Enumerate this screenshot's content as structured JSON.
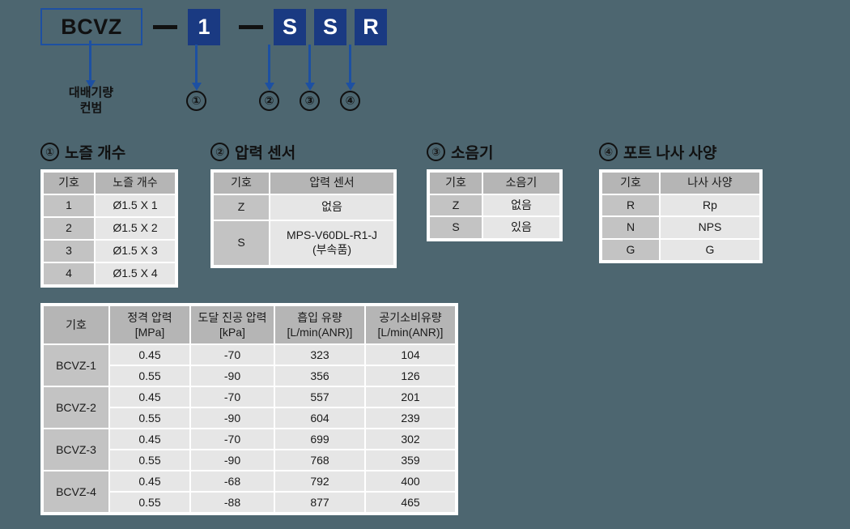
{
  "code_row": {
    "base": "BCVZ",
    "dash": "—",
    "segments": [
      "1",
      "S",
      "S",
      "R"
    ],
    "markers": [
      "①",
      "②",
      "③",
      "④"
    ],
    "base_caption_line1": "대배기량",
    "base_caption_line2": "컨범"
  },
  "colors": {
    "background": "#4d6670",
    "accent_blue": "#1a3a82",
    "outline_blue": "#1d50a2",
    "header_gray": "#b5b5b5",
    "key_gray": "#c3c3c3",
    "cell_gray": "#e6e6e6"
  },
  "sections": [
    {
      "marker": "①",
      "title": "노즐 개수",
      "headers": [
        "기호",
        "노즐 개수"
      ],
      "rows": [
        [
          "1",
          "Ø1.5 X 1"
        ],
        [
          "2",
          "Ø1.5 X 2"
        ],
        [
          "3",
          "Ø1.5 X 3"
        ],
        [
          "4",
          "Ø1.5 X 4"
        ]
      ]
    },
    {
      "marker": "②",
      "title": "압력 센서",
      "headers": [
        "기호",
        "압력 센서"
      ],
      "rows": [
        [
          "Z",
          "없음"
        ],
        [
          "S",
          "MPS-V60DL-R1-J\n(부속품)"
        ]
      ]
    },
    {
      "marker": "③",
      "title": "소음기",
      "headers": [
        "기호",
        "소음기"
      ],
      "rows": [
        [
          "Z",
          "없음"
        ],
        [
          "S",
          "있음"
        ]
      ]
    },
    {
      "marker": "④",
      "title": "포트 나사 사양",
      "headers": [
        "기호",
        "나사 사양"
      ],
      "rows": [
        [
          "R",
          "Rp"
        ],
        [
          "N",
          "NPS"
        ],
        [
          "G",
          "G"
        ]
      ]
    }
  ],
  "spec_table": {
    "headers": [
      "기호",
      "정격 압력\n[MPa]",
      "도달 진공 압력\n[kPa]",
      "흡입 유량\n[L/min(ANR)]",
      "공기소비유량\n[L/min(ANR)]"
    ],
    "groups": [
      {
        "model": "BCVZ-1",
        "rows": [
          [
            "0.45",
            "-70",
            "323",
            "104"
          ],
          [
            "0.55",
            "-90",
            "356",
            "126"
          ]
        ]
      },
      {
        "model": "BCVZ-2",
        "rows": [
          [
            "0.45",
            "-70",
            "557",
            "201"
          ],
          [
            "0.55",
            "-90",
            "604",
            "239"
          ]
        ]
      },
      {
        "model": "BCVZ-3",
        "rows": [
          [
            "0.45",
            "-70",
            "699",
            "302"
          ],
          [
            "0.55",
            "-90",
            "768",
            "359"
          ]
        ]
      },
      {
        "model": "BCVZ-4",
        "rows": [
          [
            "0.45",
            "-68",
            "792",
            "400"
          ],
          [
            "0.55",
            "-88",
            "877",
            "465"
          ]
        ]
      }
    ]
  }
}
